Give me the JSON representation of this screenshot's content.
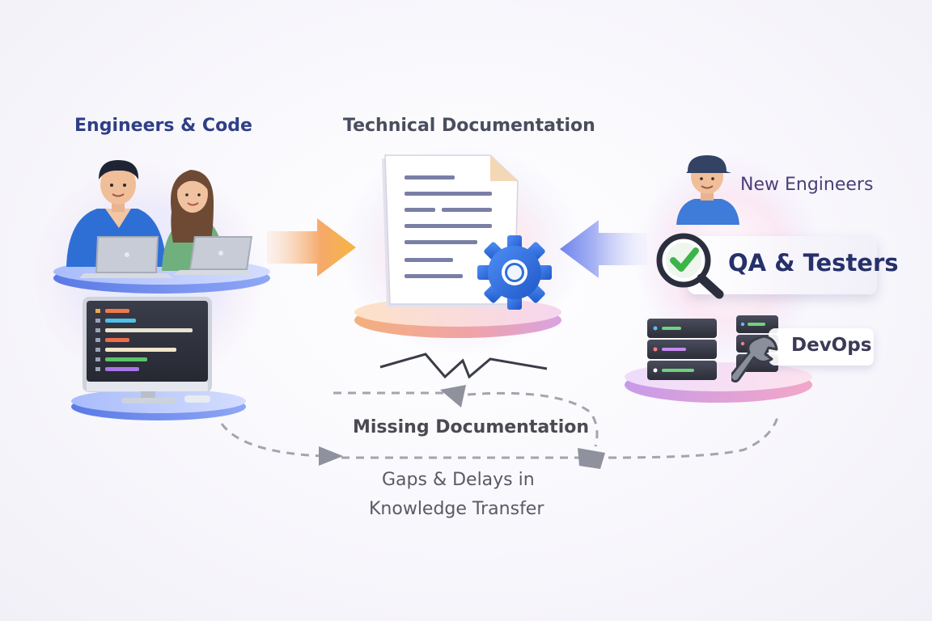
{
  "labels": {
    "engineers_code": "Engineers & Code",
    "technical_documentation": "Technical Documentation",
    "new_engineers": "New Engineers",
    "qa_testers": "QA & Testers",
    "devops": "DevOps",
    "missing_documentation": "Missing Documentation",
    "gaps_line1": "Gaps & Delays in",
    "gaps_line2": "Knowledge Transfer"
  },
  "icons": [
    "engineer-man-icon",
    "engineer-woman-icon",
    "laptop-icon",
    "monitor-code-icon",
    "document-icon",
    "gear-icon",
    "new-engineer-icon",
    "magnifier-check-icon",
    "server-rack-icon",
    "wrench-icon",
    "arrow-right-icon",
    "arrow-left-icon",
    "broken-link-icon",
    "dashed-arrow-icon"
  ],
  "colors": {
    "engineers_title": "#2f3f86",
    "doc_title": "#4a4d5e",
    "qa_title": "#26306b",
    "arrow_orange": "#f4a24a",
    "arrow_blue": "#7b8ff0",
    "gear_blue": "#2f6fe0",
    "check_green": "#3bb54a",
    "platform_blue": "#6d8ef0",
    "platform_pink": "#f3a5a1",
    "platform_purple": "#c79be8"
  }
}
